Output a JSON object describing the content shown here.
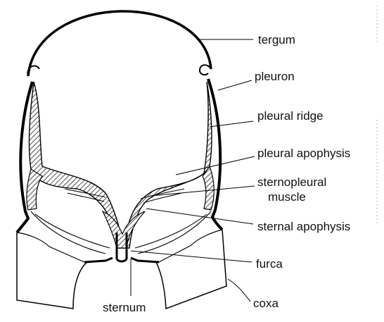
{
  "labels": {
    "tergum": "tergum",
    "pleuron": "pleuron",
    "pleural_ridge": "pleural ridge",
    "pleural_apophysis": "pleural apophysis",
    "sternopleural_muscle_line1": "sternopleural",
    "sternopleural_muscle_line2": "muscle",
    "sternal_apophysis": "sternal apophysis",
    "furca": "furca",
    "coxa": "coxa",
    "sternum": "sternum"
  }
}
